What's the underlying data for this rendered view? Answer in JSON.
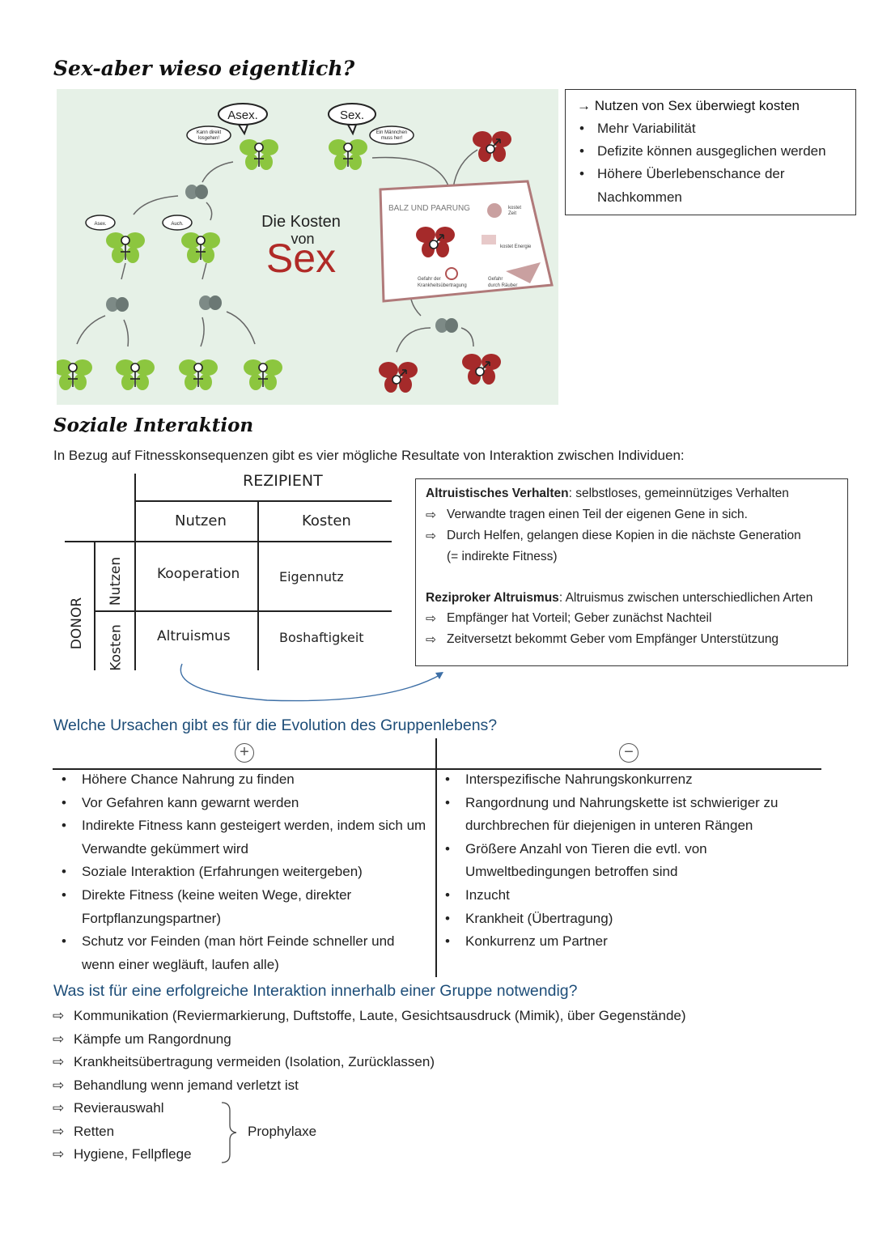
{
  "titles": {
    "sex": "Sex-aber wieso eigentlich?",
    "social": "Soziale Interaktion",
    "causes": "Welche Ursachen gibt es für die Evolution des Gruppenlebens?",
    "success": "Was ist für eine erfolgreiche Interaktion innerhalb einer Gruppe notwendig?"
  },
  "figure": {
    "title_line1": "Die Kosten",
    "title_line2": "von",
    "title_big": "Sex",
    "bubble_asex": "Asex.",
    "bubble_sex": "Sex.",
    "bubble_kann1": "Kann direkt",
    "bubble_kann2": "losgehen!",
    "bubble_maennchen1": "Ein Männchen",
    "bubble_maennchen2": "muss her!",
    "bubble_small_asex": "Asex.",
    "bubble_small_auch": "Auch.",
    "sign_title": "BALZ UND PAARUNG",
    "sign_zeit1": "kostet",
    "sign_zeit2": "Zeit",
    "sign_energie": "kostet Energie",
    "sign_krank1": "Gefahr der",
    "sign_krank2": "Krankheitsübertragung",
    "sign_raeuber1": "Gefahr",
    "sign_raeuber2": "durch Räuber"
  },
  "benefits_box": {
    "head": "→ Nutzen von Sex überwiegt kosten",
    "items": [
      "Mehr Variabilität",
      "Defizite können ausgeglichen werden",
      "Höhere Überlebenschance der",
      "Nachkommen"
    ]
  },
  "intro": "In Bezug auf Fitnesskonsequenzen gibt es vier mögliche Resultate von Interaktion zwischen Individuen:",
  "matrix": {
    "recipient": "REZIPIENT",
    "donor": "DONOR",
    "nutzen": "Nutzen",
    "kosten": "Kosten",
    "row_nutzen": "Nutzen",
    "row_kosten": "Kosten",
    "c11": "Kooperation",
    "c12": "Eigennutz",
    "c21": "Altruismus",
    "c22": "Boshaftigkeit"
  },
  "altruism_box": {
    "l1_bold": "Altruistisches Verhalten",
    "l1_rest": ": selbstloses, gemeinnütziges Verhalten",
    "l2": "Verwandte tragen einen Teil der eigenen Gene in sich.",
    "l3": "Durch Helfen, gelangen diese Kopien in die nächste Generation",
    "l4": "(= indirekte Fitness)",
    "l5_bold": "Reziproker Altruismus",
    "l5_rest": ": Altruismus zwischen unterschiedlichen Arten",
    "l6": "Empfänger hat Vorteil; Geber zunächst Nachteil",
    "l7": "Zeitversetzt bekommt Geber vom Empfänger Unterstützung"
  },
  "plus_symbol": "+",
  "minus_symbol": "−",
  "pros": [
    "Höhere Chance Nahrung zu finden",
    "Vor Gefahren kann gewarnt werden",
    "Indirekte Fitness kann gesteigert werden, indem sich um Verwandte gekümmert wird",
    "Soziale Interaktion (Erfahrungen weitergeben)",
    "Direkte Fitness (keine weiten Wege, direkter Fortpflanzungspartner)",
    "Schutz vor Feinden (man hört Feinde schneller und wenn einer wegläuft, laufen alle)"
  ],
  "cons": [
    "Interspezifische Nahrungskonkurrenz",
    "Rangordnung und Nahrungskette ist schwieriger zu durchbrechen für diejenigen in unteren Rängen",
    "Größere Anzahl von Tieren die evtl. von Umweltbedingungen betroffen sind",
    "Inzucht",
    "Krankheit (Übertragung)",
    "Konkurrenz um Partner"
  ],
  "needs": [
    "Kommunikation (Reviermarkierung, Duftstoffe, Laute, Gesichtsausdruck (Mimik), über Gegenstände)",
    "Kämpfe um Rangordnung",
    "Krankheitsübertragung vermeiden (Isolation, Zurücklassen)",
    "Behandlung wenn jemand verletzt ist",
    "Revierauswahl",
    "Retten",
    "Hygiene, Fellpflege"
  ],
  "prophylaxe": "Prophylaxe",
  "colors": {
    "green": "#8cc63f",
    "red": "#a52a2a",
    "blue": "#1d4d78",
    "bg": "#e6f1e7"
  }
}
